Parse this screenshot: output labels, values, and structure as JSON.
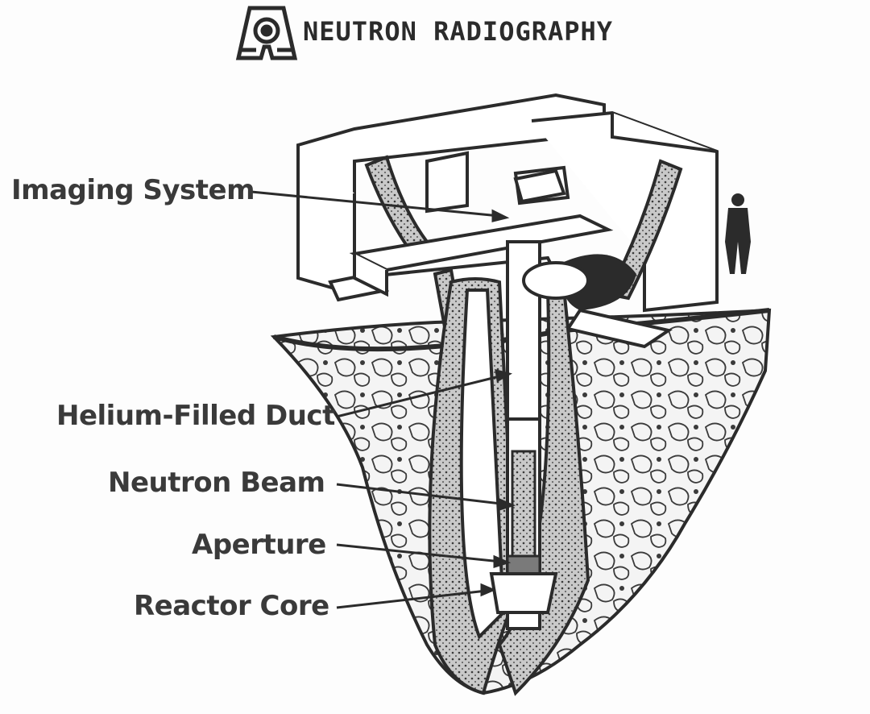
{
  "header": {
    "logo": "reactor-logo-icon",
    "title": "NEUTRON   RADIOGRAPHY"
  },
  "callouts": [
    {
      "id": "imaging-system",
      "text": "Imaging System"
    },
    {
      "id": "helium-filled-duct",
      "text": "Helium-Filled Duct"
    },
    {
      "id": "neutron-beam",
      "text": "Neutron Beam"
    },
    {
      "id": "aperture",
      "text": "Aperture"
    },
    {
      "id": "reactor-core",
      "text": "Reactor Core"
    }
  ],
  "colors": {
    "ink": "#2b2b2b",
    "paper": "#fdfdfd",
    "concrete": "#9a9a9a"
  }
}
